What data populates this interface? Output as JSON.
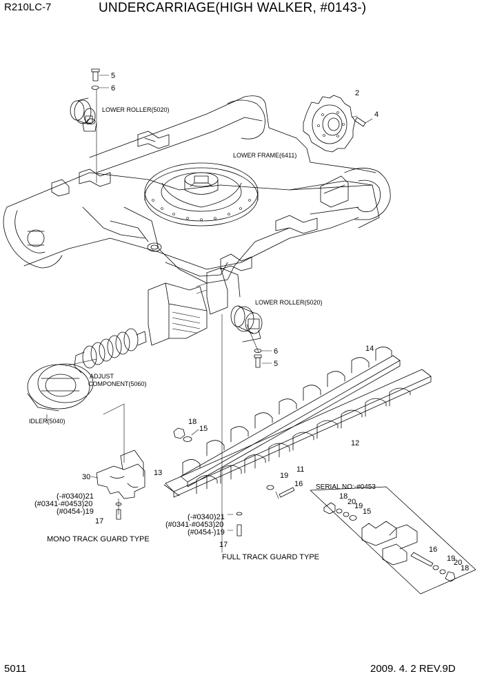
{
  "header": {
    "model": "R210LC-7",
    "title": "UNDERCARRIAGE(HIGH WALKER, #0143-)"
  },
  "footer": {
    "page_number": "5011",
    "date_rev": "2009. 4. 2  REV.9D"
  },
  "labels": {
    "lower_roller_top": "LOWER ROLLER(5020)",
    "lower_frame": "LOWER FRAME(6411)",
    "lower_roller_mid": "LOWER ROLLER(5020)",
    "adjust_1": "ADJUST",
    "adjust_2": "COMPONENT(5060)",
    "idler": "IDLER(5040)",
    "serial": "SERIAL NO:-#0453",
    "mono_caption": "MONO TRACK GUARD TYPE",
    "full_caption": "FULL TRACK GUARD TYPE"
  },
  "callouts": {
    "c5a": "5",
    "c6a": "6",
    "c2": "2",
    "c4": "4",
    "c6b": "6",
    "c5b": "5",
    "c14": "14",
    "c12": "12",
    "c18": "18",
    "c15": "15",
    "c11": "11",
    "c13": "13",
    "c19": "19",
    "c16": "16",
    "c30": "30",
    "m21": "(-#0340)21",
    "m20": "(#0341-#0453)20",
    "m19": "(#0454-)19",
    "m17": "17",
    "f21": "(-#0340)21",
    "f20": "(#0341-#0453)20",
    "f19": "(#0454-)19",
    "f17": "17",
    "s18": "18",
    "s20": "20",
    "s19": "19",
    "s15": "15",
    "s16": "16",
    "s19b": "19",
    "s20b": "20",
    "s18b": "18"
  }
}
